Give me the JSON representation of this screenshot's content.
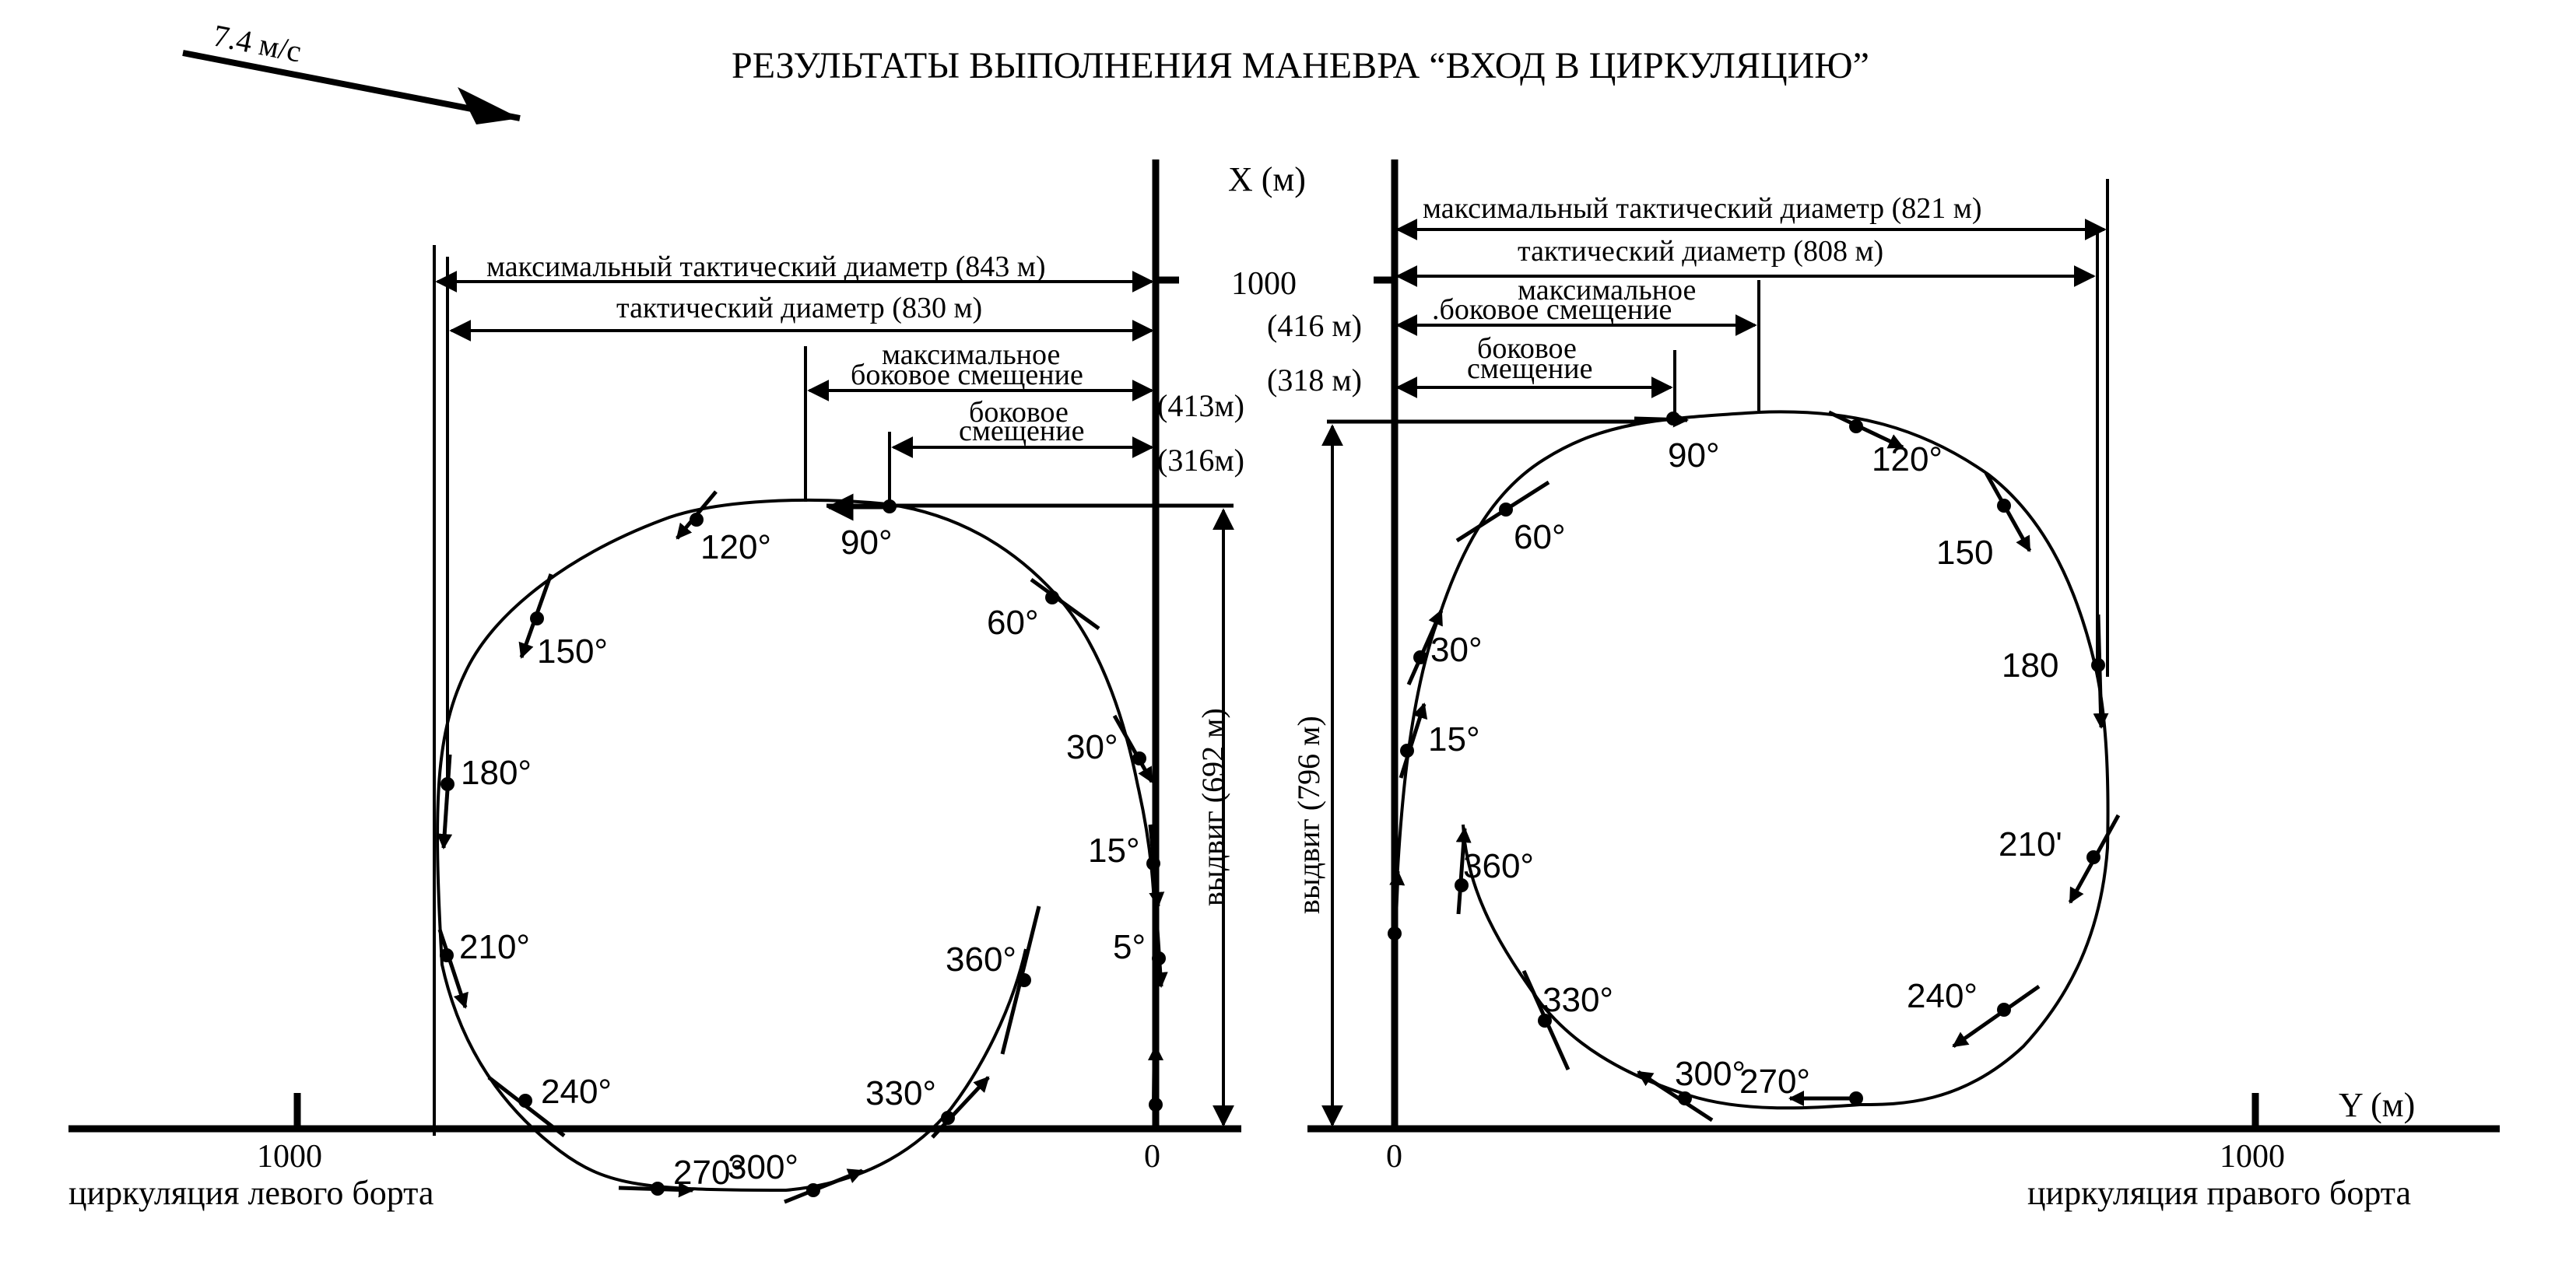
{
  "title": "РЕЗУЛЬТАТЫ   ВЫПОЛНЕНИЯ  МАНЕВРА  “ВХОД В ЦИРКУЛЯЦИЮ”",
  "wind": {
    "label": "7.4 м/с"
  },
  "axes": {
    "x_label": "X (м)",
    "y_label": "Y (м)",
    "tick_1000_left": "1000",
    "tick_0_left": "0",
    "tick_0_right": "0",
    "tick_1000_right": "1000",
    "tick_1000_x": "1000"
  },
  "left": {
    "caption": "циркуляция левого борта",
    "max_tactical": "максимальный тактический диаметр (843 м)",
    "tactical": "тактический диаметр (830 м)",
    "max_lateral_1": "максимальное",
    "max_lateral_2": "боковое смещение",
    "max_lateral_value": "(413м)",
    "lateral_1": "боковое",
    "lateral_2": "смещение",
    "lateral_value": "(316м)",
    "advance": "выдвиг (692 м)",
    "angles": [
      {
        "text": "120°"
      },
      {
        "text": "90°"
      },
      {
        "text": "60°"
      },
      {
        "text": "150°"
      },
      {
        "text": "30°"
      },
      {
        "text": "180°"
      },
      {
        "text": "15°"
      },
      {
        "text": "360°"
      },
      {
        "text": "5°"
      },
      {
        "text": "210°"
      },
      {
        "text": "240°"
      },
      {
        "text": "330°"
      },
      {
        "text": "270°"
      },
      {
        "text": "300°"
      }
    ]
  },
  "right": {
    "caption": "циркуляция правого борта",
    "max_tactical": "максимальный тактический диаметр (821 м)",
    "tactical": "тактический диаметр (808 м)",
    "max_lateral_1": "максимальное",
    "max_lateral_2": ".боковое смещение",
    "max_lateral_value": "(416 м)",
    "lateral_1": "боковое",
    "lateral_2": "смещение",
    "lateral_value": "(318 м)",
    "advance": "выдвиг (796 м)",
    "angles": [
      {
        "text": "90°"
      },
      {
        "text": "120°"
      },
      {
        "text": "60°"
      },
      {
        "text": "150"
      },
      {
        "text": "30°"
      },
      {
        "text": "180"
      },
      {
        "text": "15°"
      },
      {
        "text": "360°"
      },
      {
        "text": "210'"
      },
      {
        "text": "330°"
      },
      {
        "text": "240°"
      },
      {
        "text": "300°"
      },
      {
        "text": "270°"
      }
    ]
  }
}
